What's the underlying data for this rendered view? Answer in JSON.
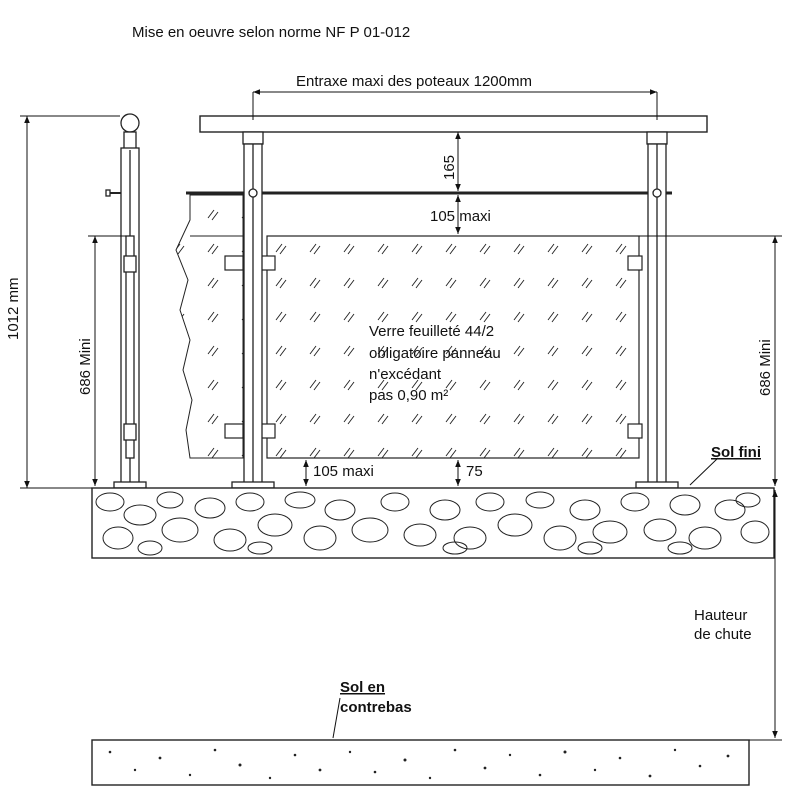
{
  "diagram": {
    "title": "Mise en oeuvre selon norme NF P 01-012",
    "dims": {
      "post_spacing": "Entraxe maxi des poteaux 1200mm",
      "top_gap": "165",
      "rail_gap": "105 maxi",
      "total_height": "1012 mm",
      "left_glass": "686 Mini",
      "right_glass": "686 Mini",
      "bottom_gap": "105 maxi",
      "bottom_small": "75"
    },
    "glass_note": [
      "Verre feuilleté  44/2",
      "obligatoire panneau",
      "n'excédant",
      "pas 0,90 m²"
    ],
    "labels": {
      "sol_fini": "Sol fini",
      "hauteur": [
        "Hauteur",
        "de chute"
      ],
      "sol_contrebas": [
        "Sol en",
        "contrebas"
      ]
    }
  }
}
